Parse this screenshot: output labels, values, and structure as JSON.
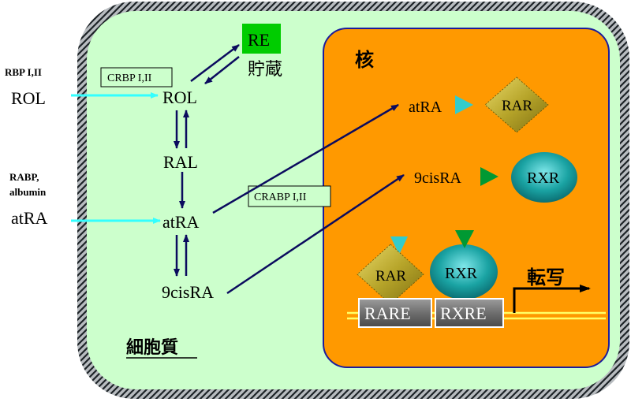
{
  "extracellular": {
    "rbp_label": "RBP I,II",
    "rol_label": "ROL",
    "rabp_label": "RABP,",
    "albumin_label": "albumin",
    "atra_label": "atRA"
  },
  "cytoplasm": {
    "title": "細胞質",
    "crbp_label": "CRBP I,II",
    "crabp_label": "CRABP I,II",
    "re_label": "RE",
    "storage_label": "貯蔵",
    "rol": "ROL",
    "ral": "RAL",
    "atra": "atRA",
    "cisra": "9cisRA"
  },
  "nucleus": {
    "title": "核",
    "atra": "atRA",
    "cisra": "9cisRA",
    "rar": "RAR",
    "rxr": "RXR",
    "rar_bound": "RAR",
    "rxr_bound": "RXR",
    "rare": "RARE",
    "rxre": "RXRE",
    "transcription": "転写"
  },
  "colors": {
    "cell_fill": "#ccffcc",
    "nucleus_fill": "#ff9900",
    "nucleus_border": "#1c1c9c",
    "arrow_dark": "#0b0b5e",
    "arrow_cyan": "#33ffff",
    "re_fill": "#00cc00",
    "rar_fill": "#b7a52a",
    "rxr_fill": "#1aa3a3",
    "atra_triangle": "#33cccc",
    "cisra_triangle": "#009933"
  }
}
